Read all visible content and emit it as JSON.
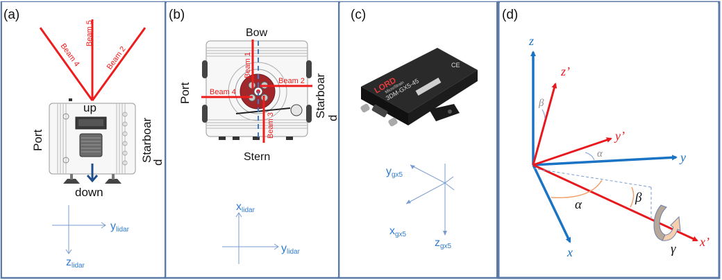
{
  "figure": {
    "colors": {
      "border": "#5b7aa8",
      "beam_red": "#ee1c1c",
      "axis_blue": "#2f7ccf",
      "axis_light_blue": "#7a9bd0",
      "frame_red": "#e8191e",
      "frame_blue": "#1a73c3",
      "angle_orange": "#f2a06a",
      "angle_gray": "#8e8e8e"
    },
    "panels": [
      {
        "id": "a",
        "label": "(a)",
        "beams": [
          "Beam 4",
          "Beam 5",
          "Beam 2"
        ],
        "labels": {
          "up": "up",
          "down": "down",
          "port": "Port",
          "starboard_1": "Starboar",
          "starboard_2": "d"
        },
        "axes": {
          "y_main": "y",
          "y_sub": "lidar",
          "z_main": "z",
          "z_sub": "lidar"
        }
      },
      {
        "id": "b",
        "label": "(b)",
        "beams": [
          "Beam 1",
          "Beam 2",
          "Beam 3",
          "Beam 4"
        ],
        "labels": {
          "bow": "Bow",
          "stern": "Stern",
          "port": "Port",
          "starboard_1": "Starboar",
          "starboard_2": "d"
        },
        "axes": {
          "x_main": "x",
          "x_sub": "lidar",
          "y_main": "y",
          "y_sub": "lidar"
        }
      },
      {
        "id": "c",
        "label": "(c)",
        "device": {
          "brand": "LORD",
          "series": "MicroStrain",
          "model": "3DM-GX5-45"
        },
        "axes": {
          "y_main": "y",
          "y_sub": "gx5",
          "x_main": "x",
          "x_sub": "gx5",
          "z_main": "z",
          "z_sub": "gx5"
        }
      },
      {
        "id": "d",
        "label": "(d)",
        "axes": {
          "z": "z",
          "z_prime": "z’",
          "y": "y",
          "y_prime": "y’",
          "x": "x",
          "x_prime": "x’"
        },
        "angles": {
          "alpha": "α",
          "beta": "β",
          "gamma": "γ"
        }
      }
    ]
  }
}
